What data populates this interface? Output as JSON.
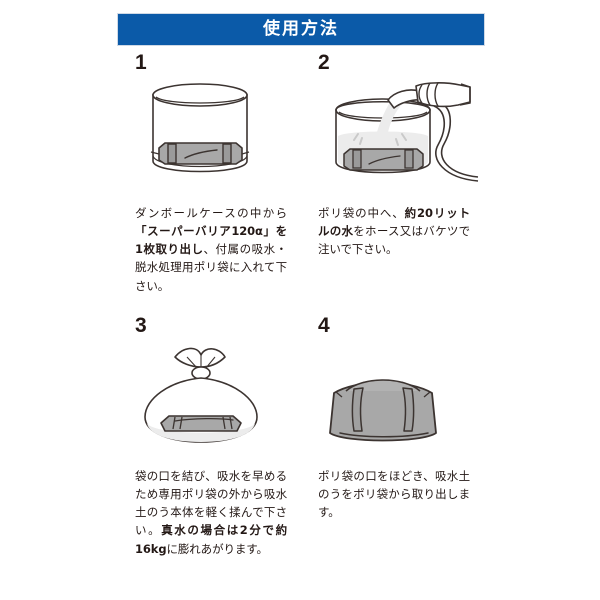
{
  "header": {
    "title": "使用方法",
    "banner_color": "#0b5aa8"
  },
  "colors": {
    "accent": "#0b5aa8",
    "ink": "#231815",
    "bag_gray": "#a8a8a8",
    "water_gray": "#ececec",
    "outline": "#3c3431"
  },
  "steps": [
    {
      "number": "1",
      "illustration": "cardboard-pack-in-plastic-bag",
      "text_runs": [
        {
          "t": "ダンボールケースの中から",
          "b": false
        },
        {
          "t": "「スーパーバリア120α」を1枚取り出し",
          "b": true
        },
        {
          "t": "、付属の吸水・脱水処理用ポリ袋に入れて下さい。",
          "b": false
        }
      ]
    },
    {
      "number": "2",
      "illustration": "hand-pouring-water-from-hose-into-bag",
      "text_runs": [
        {
          "t": "ポリ袋の中へ、",
          "b": false
        },
        {
          "t": "約20リットルの水",
          "b": true
        },
        {
          "t": "をホース又はバケツで注いで下さい。",
          "b": false
        }
      ]
    },
    {
      "number": "3",
      "illustration": "tied-bag-with-sandbag-inside",
      "text_runs": [
        {
          "t": "袋の口を結び、吸水を早めるため専用ポリ袋の外から吸水土のう本体を軽く揉んで下さい。",
          "b": false
        },
        {
          "t": "真水の場合は2分で約16kg",
          "b": true
        },
        {
          "t": "に膨れあがります。",
          "b": false
        }
      ]
    },
    {
      "number": "4",
      "illustration": "expanded-sandbag",
      "text_runs": [
        {
          "t": "ポリ袋の口をほどき、吸水土のうをポリ袋から取り出します。",
          "b": false
        }
      ]
    }
  ]
}
